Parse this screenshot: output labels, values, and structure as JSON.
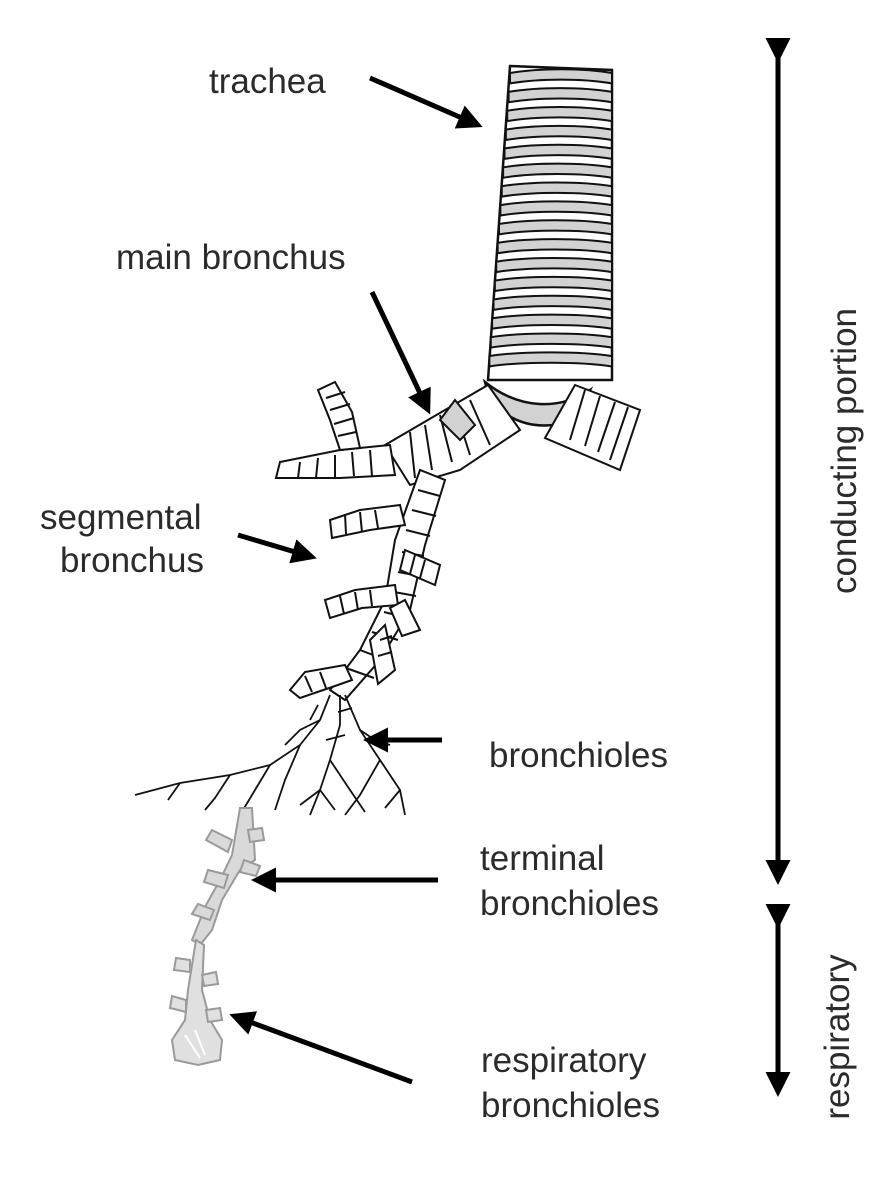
{
  "labels": {
    "trachea": "trachea",
    "main_bronchus": "main bronchus",
    "segmental_bronchus": [
      "segmental",
      "bronchus"
    ],
    "bronchioles": "bronchioles",
    "terminal_bronchioles": [
      "terminal",
      "bronchioles"
    ],
    "respiratory_bronchioles": [
      "respiratory",
      "bronchioles"
    ]
  },
  "regions": {
    "conducting": "conducting portion",
    "respiratory": "respiratory"
  },
  "colors": {
    "cartilage_fill": "#d2d2d2",
    "terminal_fill": "#d9d9d9",
    "respiratory_fill": "#e0e0e0",
    "outline": "#111111",
    "arrow": "#000000",
    "text": "#2b2b2b"
  }
}
